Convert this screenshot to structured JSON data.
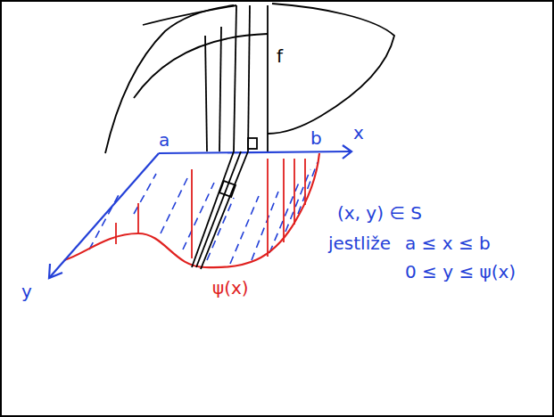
{
  "diagram": {
    "labels": [
      "a",
      "b",
      "x",
      "y",
      "ψ(x)",
      "(x, y) ∈ S",
      "jestliže",
      "a ≤ x ≤ b",
      "0 ≤ y ≤ ψ(x)",
      "f"
    ]
  }
}
